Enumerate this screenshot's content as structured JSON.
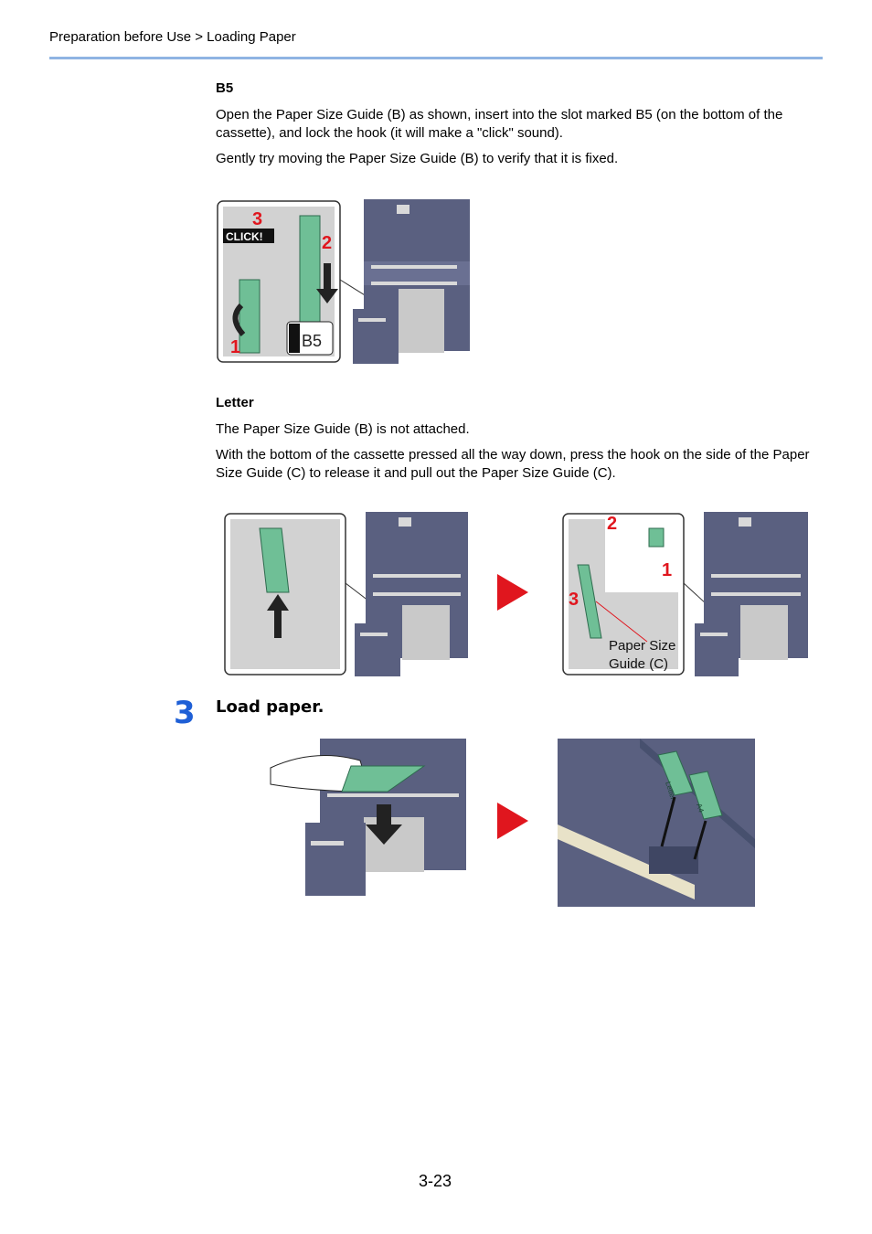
{
  "breadcrumb": "Preparation before Use > Loading Paper",
  "b5": {
    "heading": "B5",
    "para1": "Open the Paper Size Guide (B) as shown, insert into the slot marked B5 (on the bottom of the cassette), and lock the hook (it will make a \"click\" sound).",
    "para2": "Gently try moving the Paper Size Guide (B) to verify that it is fixed.",
    "figure": {
      "click_label": "CLICK!",
      "slot_label": "B5",
      "callouts": [
        "1",
        "2",
        "3"
      ]
    }
  },
  "letter": {
    "heading": "Letter",
    "para1": "The Paper Size Guide (B) is not attached.",
    "para2": "With the bottom of the cassette pressed all the way down, press the hook on the side of the Paper Size Guide (C) to release it and pull out the Paper Size Guide (C).",
    "figure": {
      "callouts": [
        "2",
        "1",
        "3"
      ],
      "guide_label_line1": "Paper Size",
      "guide_label_line2": "Guide (C)"
    }
  },
  "step3": {
    "number": "3",
    "title": "Load paper.",
    "figure": {
      "sheet_label_left": "Letter",
      "sheet_label_right": "A4"
    }
  },
  "page_number": "3-23",
  "colors": {
    "accent_blue": "#1e5fd6",
    "header_rule": "#8fb4e3",
    "callout_red": "#e0161e",
    "machine": "#5a6080",
    "guide_green": "#6fbf96"
  }
}
